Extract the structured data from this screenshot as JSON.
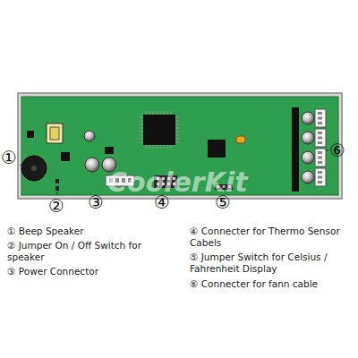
{
  "diagram": {
    "labels": [
      "CoolerKit",
      "①",
      "②",
      "③",
      "④",
      "⑤",
      "⑥",
      "① Beep Speaker",
      "② Jumper On / Off Switch for speaker",
      "③ Power Connector",
      "④ Connecter for Thermo Sensor Cabels",
      "⑤ Jumper Switch for Celsius / Fahrenheit Display",
      "⑥ Connecter for fann cable"
    ]
  }
}
